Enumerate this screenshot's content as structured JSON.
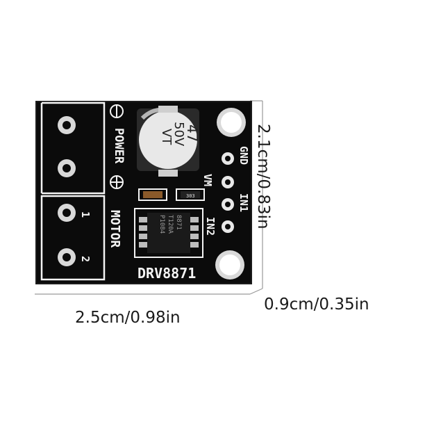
{
  "dimensions": {
    "width": "2.5cm/0.98in",
    "height": "2.1cm/0.83in",
    "depth": "0.9cm/0.35in"
  },
  "board": {
    "model": "DRV8871",
    "power_label": "POWER",
    "motor_label": "MOTOR",
    "motor_pin_1": "1",
    "motor_pin_2": "2",
    "vm_label": "VM",
    "gnd_label": "GND",
    "in1_label": "IN1",
    "in2_label": "IN2",
    "capacitor_value": "47",
    "capacitor_voltage": "50V",
    "capacitor_series": "VT",
    "chip_line_1": "8871",
    "chip_line_2": "T120A",
    "chip_line_3": "P1084",
    "resistor_code": "303"
  },
  "colors": {
    "pcb": "#0b0b0b",
    "silkscreen": "#f4f4f4",
    "pad": "#d9d9d9",
    "capacitor": "#e8e8e8"
  }
}
